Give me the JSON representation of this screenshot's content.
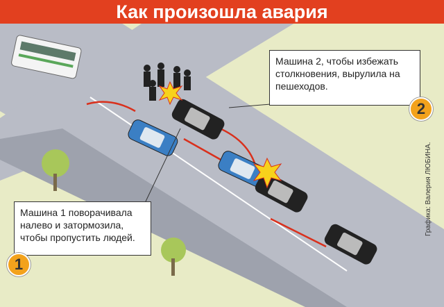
{
  "title": "Как произошла авария",
  "callout_2": {
    "number": "2",
    "text": "Машина 2, чтобы избежать столкновения, вырулила на пешеходов."
  },
  "callout_1": {
    "number": "1",
    "text": "Машина 1 поворачивала налево и затормозила, чтобы пропустить людей."
  },
  "credit": "Графика: Валерия ЛЮБИНА.",
  "colors": {
    "title_bar": "#e2401f",
    "road": "#b9bcc6",
    "ground": "#e8ebc6",
    "arrow": "#d9301c",
    "badge": "#f3a21c",
    "car_1": "#3b7fc4",
    "car_2": "#222222"
  }
}
